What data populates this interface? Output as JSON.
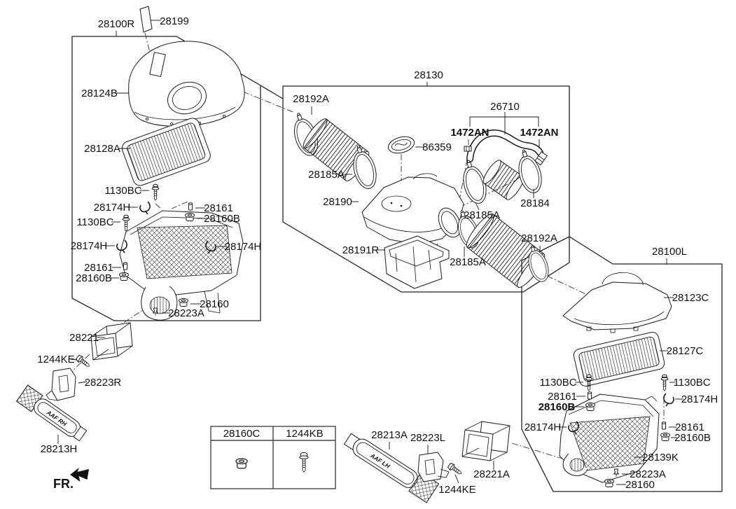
{
  "diagram": {
    "title": "Air cleaner and intake exploded parts diagram",
    "front_label": "FR.",
    "duct_marking_rh": "AAF RH",
    "duct_marking_lh": "AAF LH",
    "colors": {
      "background": "#ffffff",
      "line": "#111111"
    },
    "parts": {
      "p28100R": "28100R",
      "p28199": "28199",
      "p28124B": "28124B",
      "p28128A": "28128A",
      "p1130BC": "1130BC",
      "p28174H": "28174H",
      "p28161": "28161",
      "p28160B": "28160B",
      "p28160": "28160",
      "p28223A": "28223A",
      "p28221": "28221",
      "p1244KE": "1244KE",
      "p28223R": "28223R",
      "p28213H": "28213H",
      "p28130": "28130",
      "p28192A": "28192A",
      "p28185A": "28185A",
      "p86359": "86359",
      "p28190": "28190",
      "p26710": "26710",
      "p1472AN": "1472AN",
      "p28184": "28184",
      "p28191R": "28191R",
      "p28100L": "28100L",
      "p28123C": "28123C",
      "p28127C": "28127C",
      "p28139K": "28139K",
      "p28160C": "28160C",
      "p1244KB": "1244KB",
      "p28213A": "28213A",
      "p28223L": "28223L",
      "p28221A": "28221A"
    },
    "table": {
      "columns": [
        "28160C",
        "1244KB"
      ]
    }
  }
}
